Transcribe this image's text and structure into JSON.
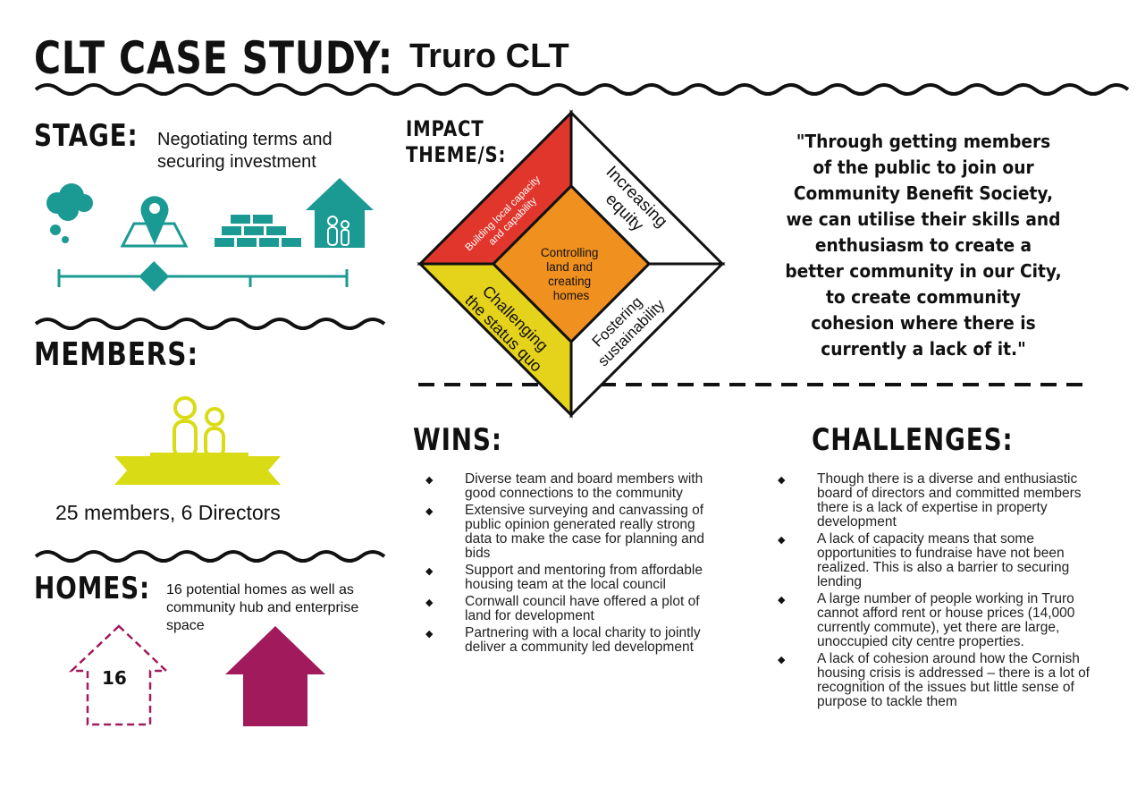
{
  "header": {
    "title": "CLT CASE STUDY:",
    "subtitle": "Truro CLT"
  },
  "stage": {
    "heading": "STAGE:",
    "text": "Negotiating terms and securing investment",
    "icons": [
      "thought-cloud-icon",
      "map-pin-icon",
      "bricks-icon",
      "house-family-icon"
    ],
    "progress_fraction": 0.33,
    "color": "#1a9a93"
  },
  "impact": {
    "heading_line1": "IMPACT",
    "heading_line2": "THEME/S:",
    "themes": {
      "left": "Building local capacity and capability",
      "right": "Increasing equity",
      "bottom_left": "Challenging the status quo",
      "bottom_right": "Fostering sustainability",
      "center": "Controlling land and creating homes"
    },
    "colors": {
      "left": "#e0362c",
      "bottom_left": "#e5d21b",
      "center": "#f0901e",
      "white": "#ffffff"
    }
  },
  "quote": "\"Through getting members of the public to join our Community Benefit Society, we can utilise their skills and enthusiasm to create a better community in our City, to create community cohesion where there is currently a lack of it.\"",
  "members": {
    "heading": "MEMBERS:",
    "text": "25 members, 6 Directors",
    "color": "#d9dc14"
  },
  "homes": {
    "heading": "HOMES:",
    "text": "16 potential homes as well as community hub and enterprise space",
    "count_label": "16",
    "color": "#a11a5c"
  },
  "wins": {
    "heading": "WINS:",
    "items": [
      "Diverse team and board members with good connections to the community",
      "Extensive surveying and canvassing of public opinion generated really strong data to make the case for planning and bids",
      "Support and mentoring from affordable housing team at the local council",
      "Cornwall council have offered a plot of land for development",
      "Partnering with a local charity to jointly deliver a community led development"
    ]
  },
  "challenges": {
    "heading": "CHALLENGES:",
    "items": [
      "Though there is a diverse and enthusiastic board of directors and committed members there is a lack of expertise in property development",
      "A lack of capacity means that some opportunities to fundraise have not been realized. This is also a barrier to securing lending",
      "A large number of people working in Truro cannot afford rent or house prices (14,000 currently commute), yet there are large, unoccupied city centre properties.",
      "A lack of cohesion around how the Cornish housing crisis is addressed – there is a lot of recognition of the issues but little sense of purpose to tackle them"
    ]
  }
}
